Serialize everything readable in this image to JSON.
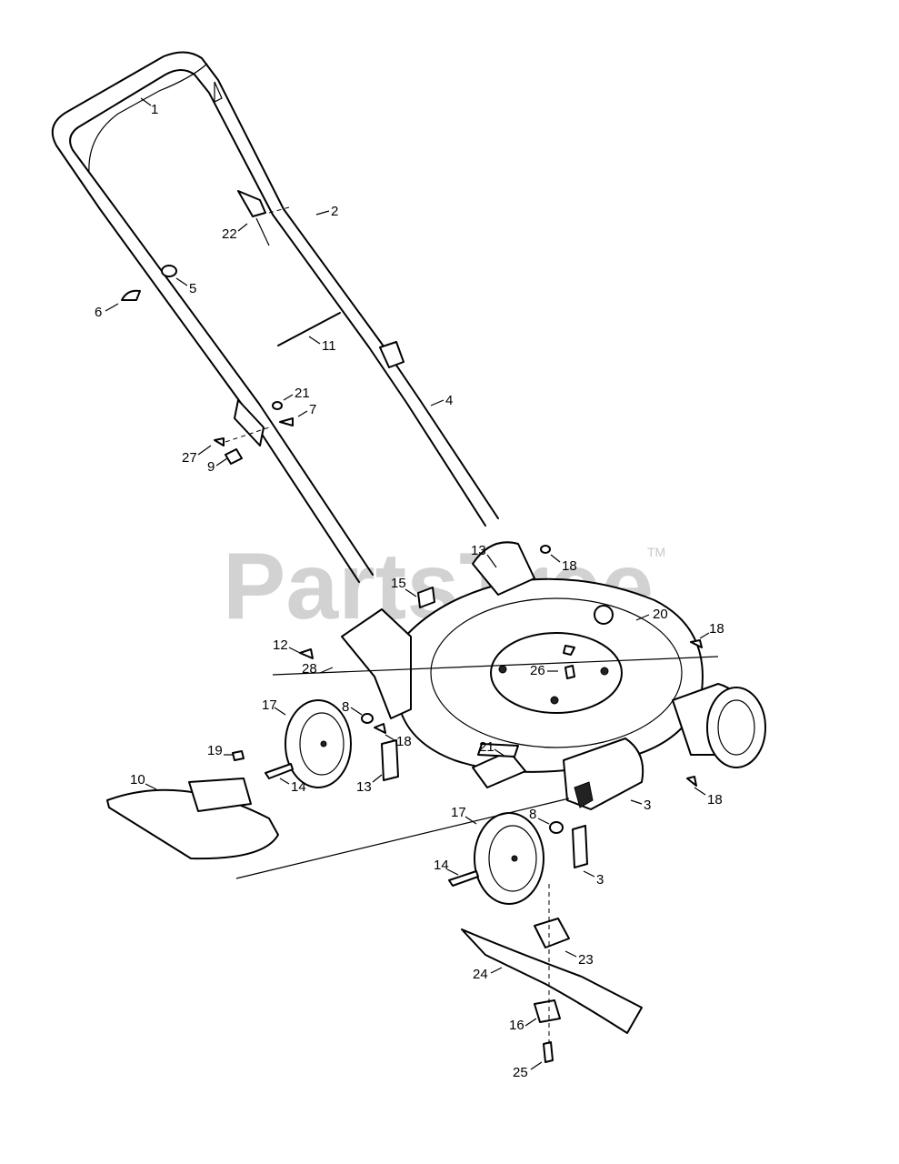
{
  "watermark": {
    "text": "PartsTree",
    "trademark": "TM"
  },
  "part_labels": [
    "1",
    "2",
    "22",
    "5",
    "6",
    "11",
    "4",
    "21",
    "7",
    "27",
    "9",
    "13",
    "18",
    "15",
    "20",
    "12",
    "18",
    "26",
    "28",
    "17",
    "8",
    "18",
    "21",
    "19",
    "10",
    "14",
    "13",
    "3",
    "18",
    "17",
    "8",
    "14",
    "3",
    "23",
    "24",
    "16",
    "25"
  ],
  "colors": {
    "line": "#000000",
    "watermark": "#d2d2d2",
    "background": "#ffffff"
  }
}
